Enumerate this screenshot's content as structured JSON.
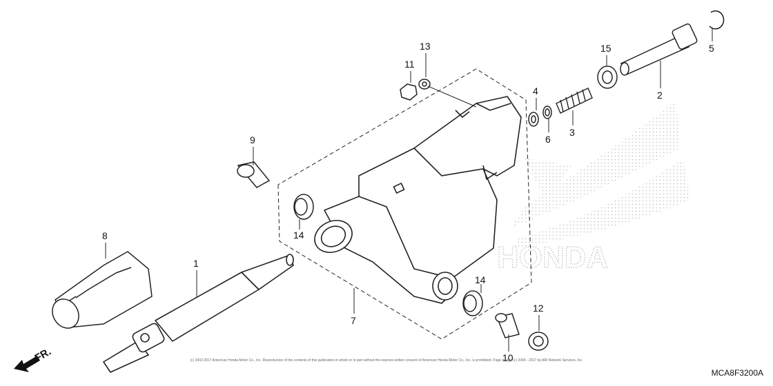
{
  "diagram_code": "MCA8F3200A",
  "watermark_brand": "HONDA",
  "front_indicator": "FR.",
  "copyright": "(c) 2002-2017 American Honda Motor Co., Inc. Reproduction of the contents of this publication in whole or in part without the express written consent of American Honda Motor Co., Inc. is prohibited. Page design (c) 2004 - 2017 by ARI Network Services, Inc.",
  "callouts": [
    "1",
    "2",
    "3",
    "4",
    "5",
    "6",
    "7",
    "8",
    "9",
    "10",
    "11",
    "12",
    "13",
    "14",
    "14",
    "15"
  ]
}
